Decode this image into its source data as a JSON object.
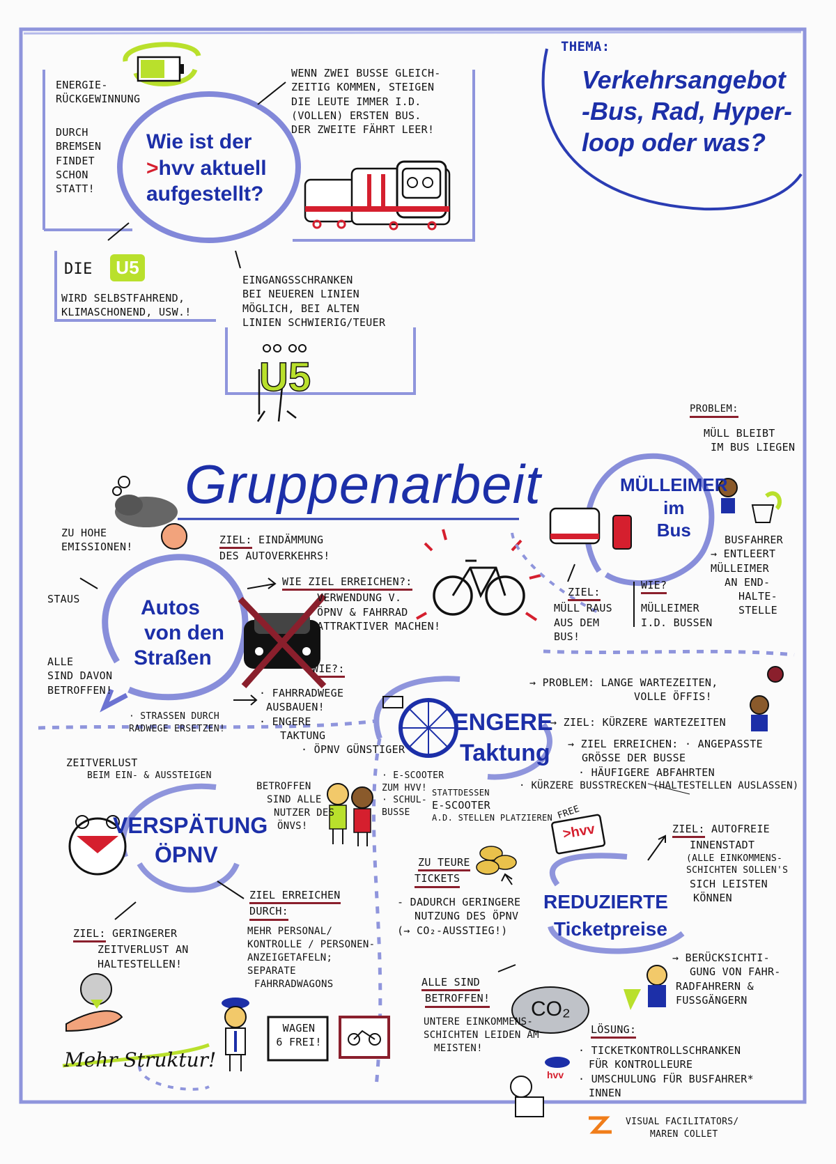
{
  "theme": {
    "label": "THEMA:",
    "title_lines": [
      "Verkehrsangebot",
      "-Bus, Rad, Hyper-",
      "loop oder was?"
    ]
  },
  "section1": {
    "bubble_lines": [
      "Wie ist der",
      "hvv aktuell",
      "aufgestellt?"
    ],
    "bubble_prefix": ">",
    "energy_lines": [
      "ENERGIE-",
      "RÜCKGEWINNUNG"
    ],
    "brakes_lines": [
      "DURCH",
      "BREMSEN",
      "FINDET",
      "SCHON",
      "STATT!"
    ],
    "two_buses_lines": [
      "WENN ZWEI BUSSE GLEICH-",
      "ZEITIG KOMMEN, STEIGEN",
      "DIE LEUTE IMMER I.D.",
      "(VOLLEN) ERSTEN BUS.",
      "DER ZWEITE FÄHRT LEER!"
    ],
    "u5_prefix": "DIE",
    "u5_badge": "U5",
    "u5_lines": [
      "WIRD SELBSTFAHREND,",
      "KLIMASCHONEND, USW.!"
    ],
    "gates_lines": [
      "EINGANGSSCHRANKEN",
      "BEI NEUEREN LINIEN",
      "MÖGLICH, BEI ALTEN",
      "LINIEN SCHWIERIG/TEUER"
    ],
    "u5_figure": "U5"
  },
  "group_title": "Gruppenarbeit",
  "autos": {
    "bubble_lines": [
      "Autos",
      "von den",
      "Straßen"
    ],
    "emissions_lines": [
      "ZU HOHE",
      "EMISSIONEN!"
    ],
    "staus": "STAUS",
    "alle_lines": [
      "ALLE",
      "SIND DAVON",
      "BETROFFEN!"
    ],
    "ziel_label": "ZIEL:",
    "ziel_lines": [
      "EINDÄMMUNG",
      "DES AUTOVERKEHRS!"
    ],
    "wie_ziel_label": "WIE ZIEL ERREICHEN?:",
    "wie_ziel_lines": [
      "VERWENDUNG V.",
      "ÖPNV & FAHRRAD",
      "ATTRAKTIVER MACHEN!"
    ],
    "wie_label": "WIE?:",
    "wie_lines": [
      "· FAHRRADWEGE",
      "AUSBAUEN!",
      "· ENGERE",
      "TAKTUNG",
      "· ÖPNV GÜNSTIGER"
    ],
    "strassen_lines": [
      "· STRAßEN DURCH",
      "RADWEGE ERSETZEN!"
    ]
  },
  "muell": {
    "bubble_lines": [
      "MÜLLEIMER",
      "im",
      "Bus"
    ],
    "problem_label": "PROBLEM:",
    "problem_lines": [
      "MÜLL BLEIBT",
      "IM BUS LIEGEN"
    ],
    "busfahrer_lines": [
      "BUSFAHRER",
      "→ ENTLEERT",
      "MÜLLEIMER",
      "AN END-",
      "HALTE-",
      "STELLE"
    ],
    "ziel_label": "ZIEL:",
    "ziel_lines": [
      "MÜLL RAUS",
      "AUS DEM",
      "BUS!"
    ],
    "wie_label": "WIE?",
    "wie_lines": [
      "MÜLLEIMER",
      "I.D. BUSSEN"
    ]
  },
  "taktung": {
    "bubble_lines": [
      "ENGERE",
      "Taktung"
    ],
    "problem_lines": [
      "→ PROBLEM: LANGE WARTEZEITEN,",
      "VOLLE ÖFFIS!"
    ],
    "ziel_line": "→ ZIEL: KÜRZERE WARTEZEITEN",
    "erreichen_lines": [
      "→ ZIEL ERREICHEN: · ANGEPASSTE",
      "GRÖßE DER BUSSE",
      "· HÄUFIGERE ABFAHRTEN",
      "· KÜRZERE BUSSTRECKEN (HALTESTELLEN AUSLASSEN)"
    ],
    "escooter_lines": [
      "· E-SCOOTER",
      "ZUM HVV!",
      "· SCHUL-",
      "BUSSE"
    ],
    "stattdessen_lines": [
      "STATTDESSEN",
      "E-SCOOTER",
      "A.D. STELLEN PLATZIEREN"
    ]
  },
  "verspaetung": {
    "bubble_lines": [
      "VERSPÄTUNG",
      "ÖPNV"
    ],
    "zeitverlust_lines": [
      "ZEITVERLUST",
      "BEIM EIN- & AUSSTEIGEN"
    ],
    "betroffen_lines": [
      "BETROFFEN",
      "SIND ALLE",
      "NUTZER DES",
      "ÖNVS!"
    ],
    "ziel_label": "ZIEL:",
    "ziel_lines": [
      "GERINGERER",
      "ZEITVERLUST AN",
      "HALTESTELLEN!"
    ],
    "erreichen_label_lines": [
      "ZIEL ERREICHEN",
      "DURCH:"
    ],
    "erreichen_lines": [
      "MEHR PERSONAL/",
      "KONTROLLE / PERSONEN-",
      "ANZEIGETAFELN;",
      "SEPARATE",
      "FAHRRADWAGONS"
    ],
    "wagen_lines": [
      "WAGEN",
      "6 FREI!"
    ],
    "mehr_struktur": "Mehr Struktur!"
  },
  "ticket": {
    "bubble_lines": [
      "REDUZIERTE",
      "Ticketpreise"
    ],
    "free_label": "FREE",
    "free_logo": ">hvv",
    "teure_label_lines": [
      "ZU TEURE",
      "TICKETS"
    ],
    "teure_lines": [
      "- DADURCH GERINGERE",
      "NUTZUNG DES ÖPNV",
      "(→ CO₂-AUSSTIEG!)"
    ],
    "ziel_label": "ZIEL:",
    "ziel_lines": [
      "AUTOFREIE",
      "INNENSTADT",
      "(ALLE EINKOMMENS-",
      "SCHICHTEN SOLLEN'S",
      "SICH LEISTEN",
      "KÖNNEN"
    ],
    "alle_label_lines": [
      "ALLE SIND",
      "BETROFFEN!"
    ],
    "alle_lines": [
      "UNTERE EINKOMMENS-",
      "SCHICHTEN LEIDEN AM",
      "MEISTEN!"
    ],
    "co2": "CO₂",
    "beruecks_lines": [
      "→ BERÜCKSICHTI-",
      "GUNG VON FAHR-",
      "RADFAHRERN &",
      "FUßGÄNGERN"
    ],
    "loesung_label": "LÖSUNG:",
    "loesung_lines": [
      "· TICKETKONTROLLSCHRANKEN",
      "FÜR KONTROLLEURE",
      "· UMSCHULUNG FÜR BUSFAHRER*",
      "INNEN"
    ],
    "hvv_logo": "hvv"
  },
  "credits_lines": [
    "VISUAL FACILITATORS/",
    "MAREN COLLET"
  ],
  "colors": {
    "ink_blue": "#1c2fa8",
    "lavender": "#8f95dc",
    "dark_red": "#8a1f2c",
    "hvv_red": "#d51f2e",
    "lime": "#b9e02c"
  }
}
